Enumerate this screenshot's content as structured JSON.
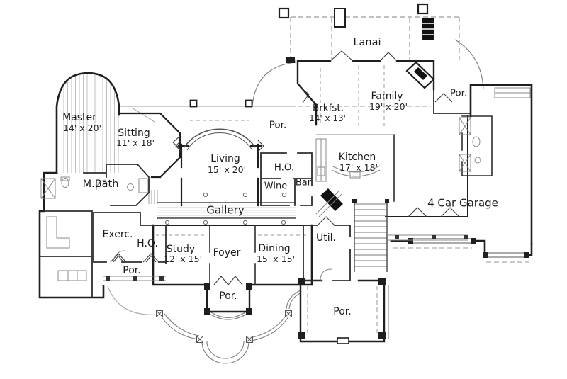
{
  "palette": {
    "background": "#ffffff",
    "wall_line": "#1f1f1f",
    "medium_line": "#3a3a3a",
    "thin_line": "#8a8a8a",
    "hatch_line": "#c2c2c2",
    "gallery_fill": "#ececec",
    "text": "#1b1b1b"
  },
  "rooms": {
    "master": {
      "name": "Master",
      "dims": "14' x 20'"
    },
    "sitting": {
      "name": "Sitting",
      "dims": "11' x 18'"
    },
    "master_bath": {
      "name": "M.Bath"
    },
    "exercise": {
      "name": "Exerc."
    },
    "home_office_left": {
      "name": "H.O."
    },
    "study": {
      "name": "Study",
      "dims": "12' x 15'"
    },
    "foyer": {
      "name": "Foyer"
    },
    "dining": {
      "name": "Dining",
      "dims": "15' x 15'"
    },
    "gallery": {
      "name": "Gallery"
    },
    "living": {
      "name": "Living",
      "dims": "15' x 20'"
    },
    "home_office_right": {
      "name": "H.O."
    },
    "wine": {
      "name": "Wine"
    },
    "bar": {
      "name": "Bar"
    },
    "lanai": {
      "name": "Lanai"
    },
    "breakfast": {
      "name": "Brkfst.",
      "dims": "14' x 13'"
    },
    "family": {
      "name": "Family",
      "dims": "19' x 20'"
    },
    "kitchen": {
      "name": "Kitchen",
      "dims": "17' x 18'"
    },
    "utility": {
      "name": "Util."
    },
    "garage": {
      "name": "4 Car Garage"
    },
    "porch_top_middle": {
      "name": "Por."
    },
    "porch_top_right": {
      "name": "Por."
    },
    "porch_left": {
      "name": "Por."
    },
    "porch_front": {
      "name": "Por."
    },
    "porch_bottom_right": {
      "name": "Por."
    }
  }
}
